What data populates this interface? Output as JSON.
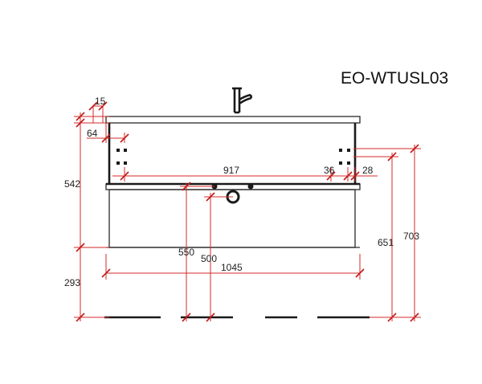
{
  "model_code": "EO-WTUSL03",
  "colors": {
    "outline": "#2a2a2a",
    "dimension": "#d42a2a",
    "text": "#222222"
  },
  "dimensions": {
    "side_offset": "15",
    "countertop_step": "64",
    "cabinet_height": "542",
    "legs_height": "293",
    "drawer_inner_width": "917",
    "right_gap_outer": "36",
    "right_gap_inner": "28",
    "waste_height": "550",
    "water_inlet_height": "500",
    "overall_width": "1045",
    "mount_height": "651",
    "total_height": "703"
  }
}
